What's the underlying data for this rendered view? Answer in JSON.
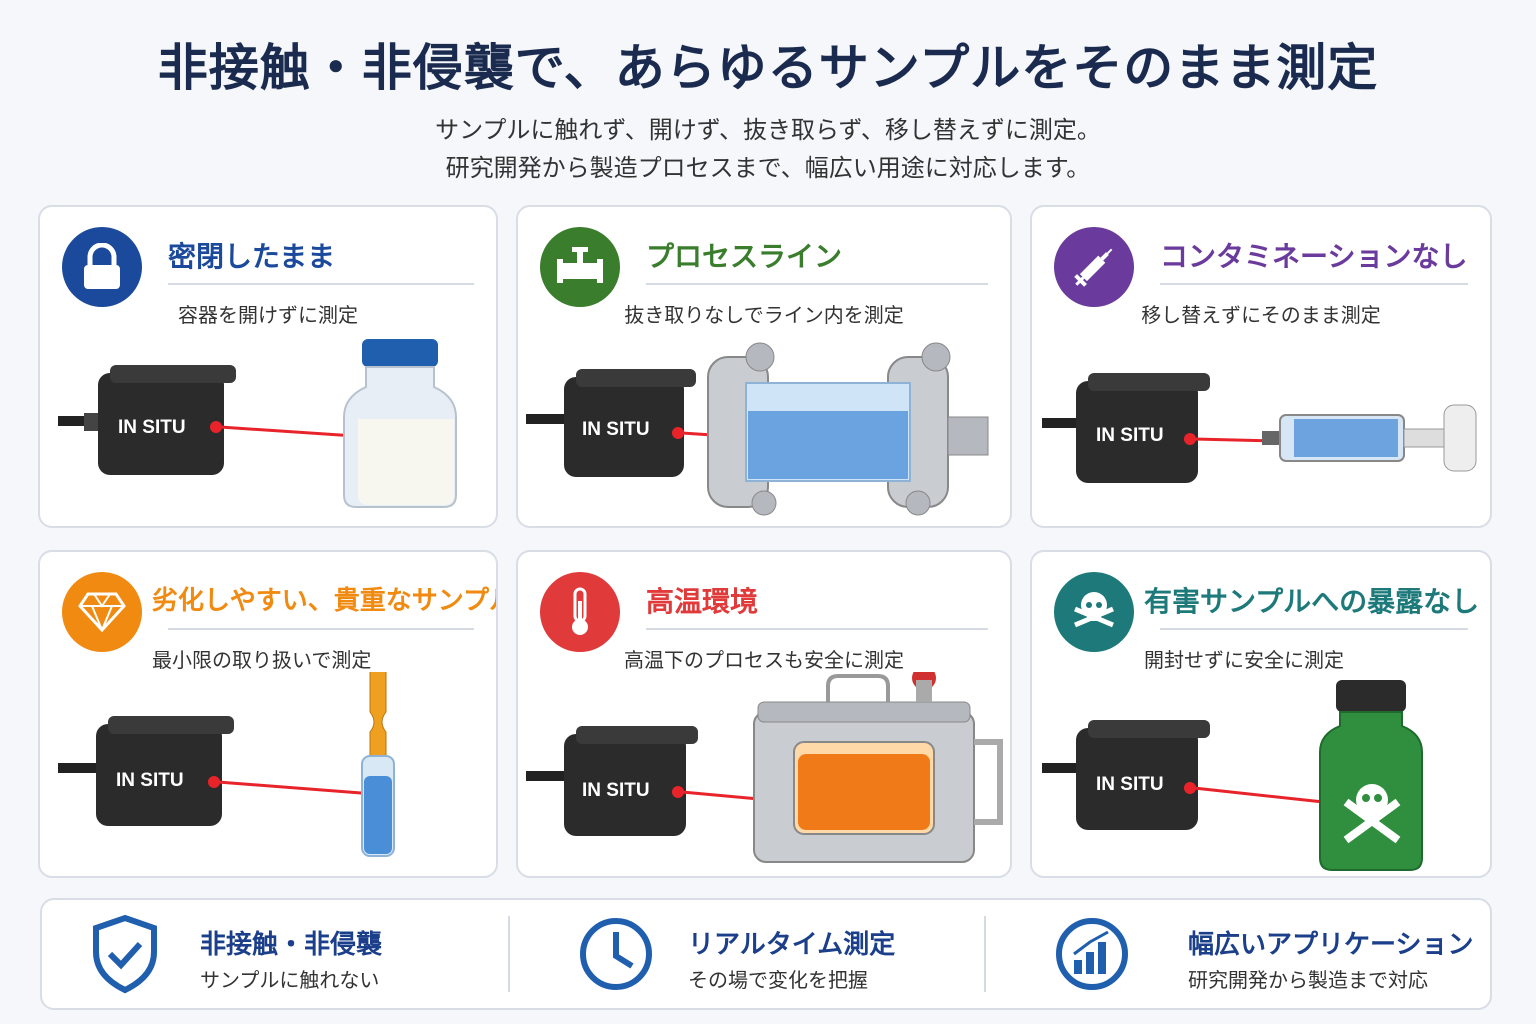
{
  "header": {
    "title": "非接触・非侵襲で、あらゆるサンプルをそのまま測定",
    "subtitle_line1": "サンプルに触れず、開けず、抜き取らず、移し替えずに測定。",
    "subtitle_line2": "研究開発から製造プロセスまで、幅広い用途に対応します。"
  },
  "device_label": "IN SITU",
  "cards": [
    {
      "title": "密閉したまま",
      "desc": "容器を開けずに測定",
      "color": "#1b4a9c",
      "icon": "lock-icon"
    },
    {
      "title": "プロセスライン",
      "desc": "抜き取りなしでライン内を測定",
      "color": "#3a7d2c",
      "icon": "valve-icon"
    },
    {
      "title": "コンタミネーションなし",
      "desc": "移し替えずにそのまま測定",
      "color": "#6a3a9c",
      "icon": "syringe-icon"
    },
    {
      "title": "劣化しやすい、貴重なサンプル",
      "desc": "最小限の取り扱いで測定",
      "color": "#f08a10",
      "icon": "diamond-icon"
    },
    {
      "title": "高温環境",
      "desc": "高温下のプロセスも安全に測定",
      "color": "#e03a3a",
      "icon": "thermometer-icon"
    },
    {
      "title": "有害サンプルへの暴露なし",
      "desc": "開封せずに安全に測定",
      "color": "#1e7a7a",
      "icon": "skull-icon"
    }
  ],
  "features": [
    {
      "title": "非接触・非侵襲",
      "desc": "サンプルに触れない",
      "icon": "shield-check-icon"
    },
    {
      "title": "リアルタイム測定",
      "desc": "その場で変化を把握",
      "icon": "clock-icon"
    },
    {
      "title": "幅広いアプリケーション",
      "desc": "研究開発から製造まで対応",
      "icon": "bar-chart-icon"
    }
  ],
  "colors": {
    "navy": "#1b2b4f",
    "accent_blue": "#1b3f8a",
    "laser": "#e8232a"
  }
}
